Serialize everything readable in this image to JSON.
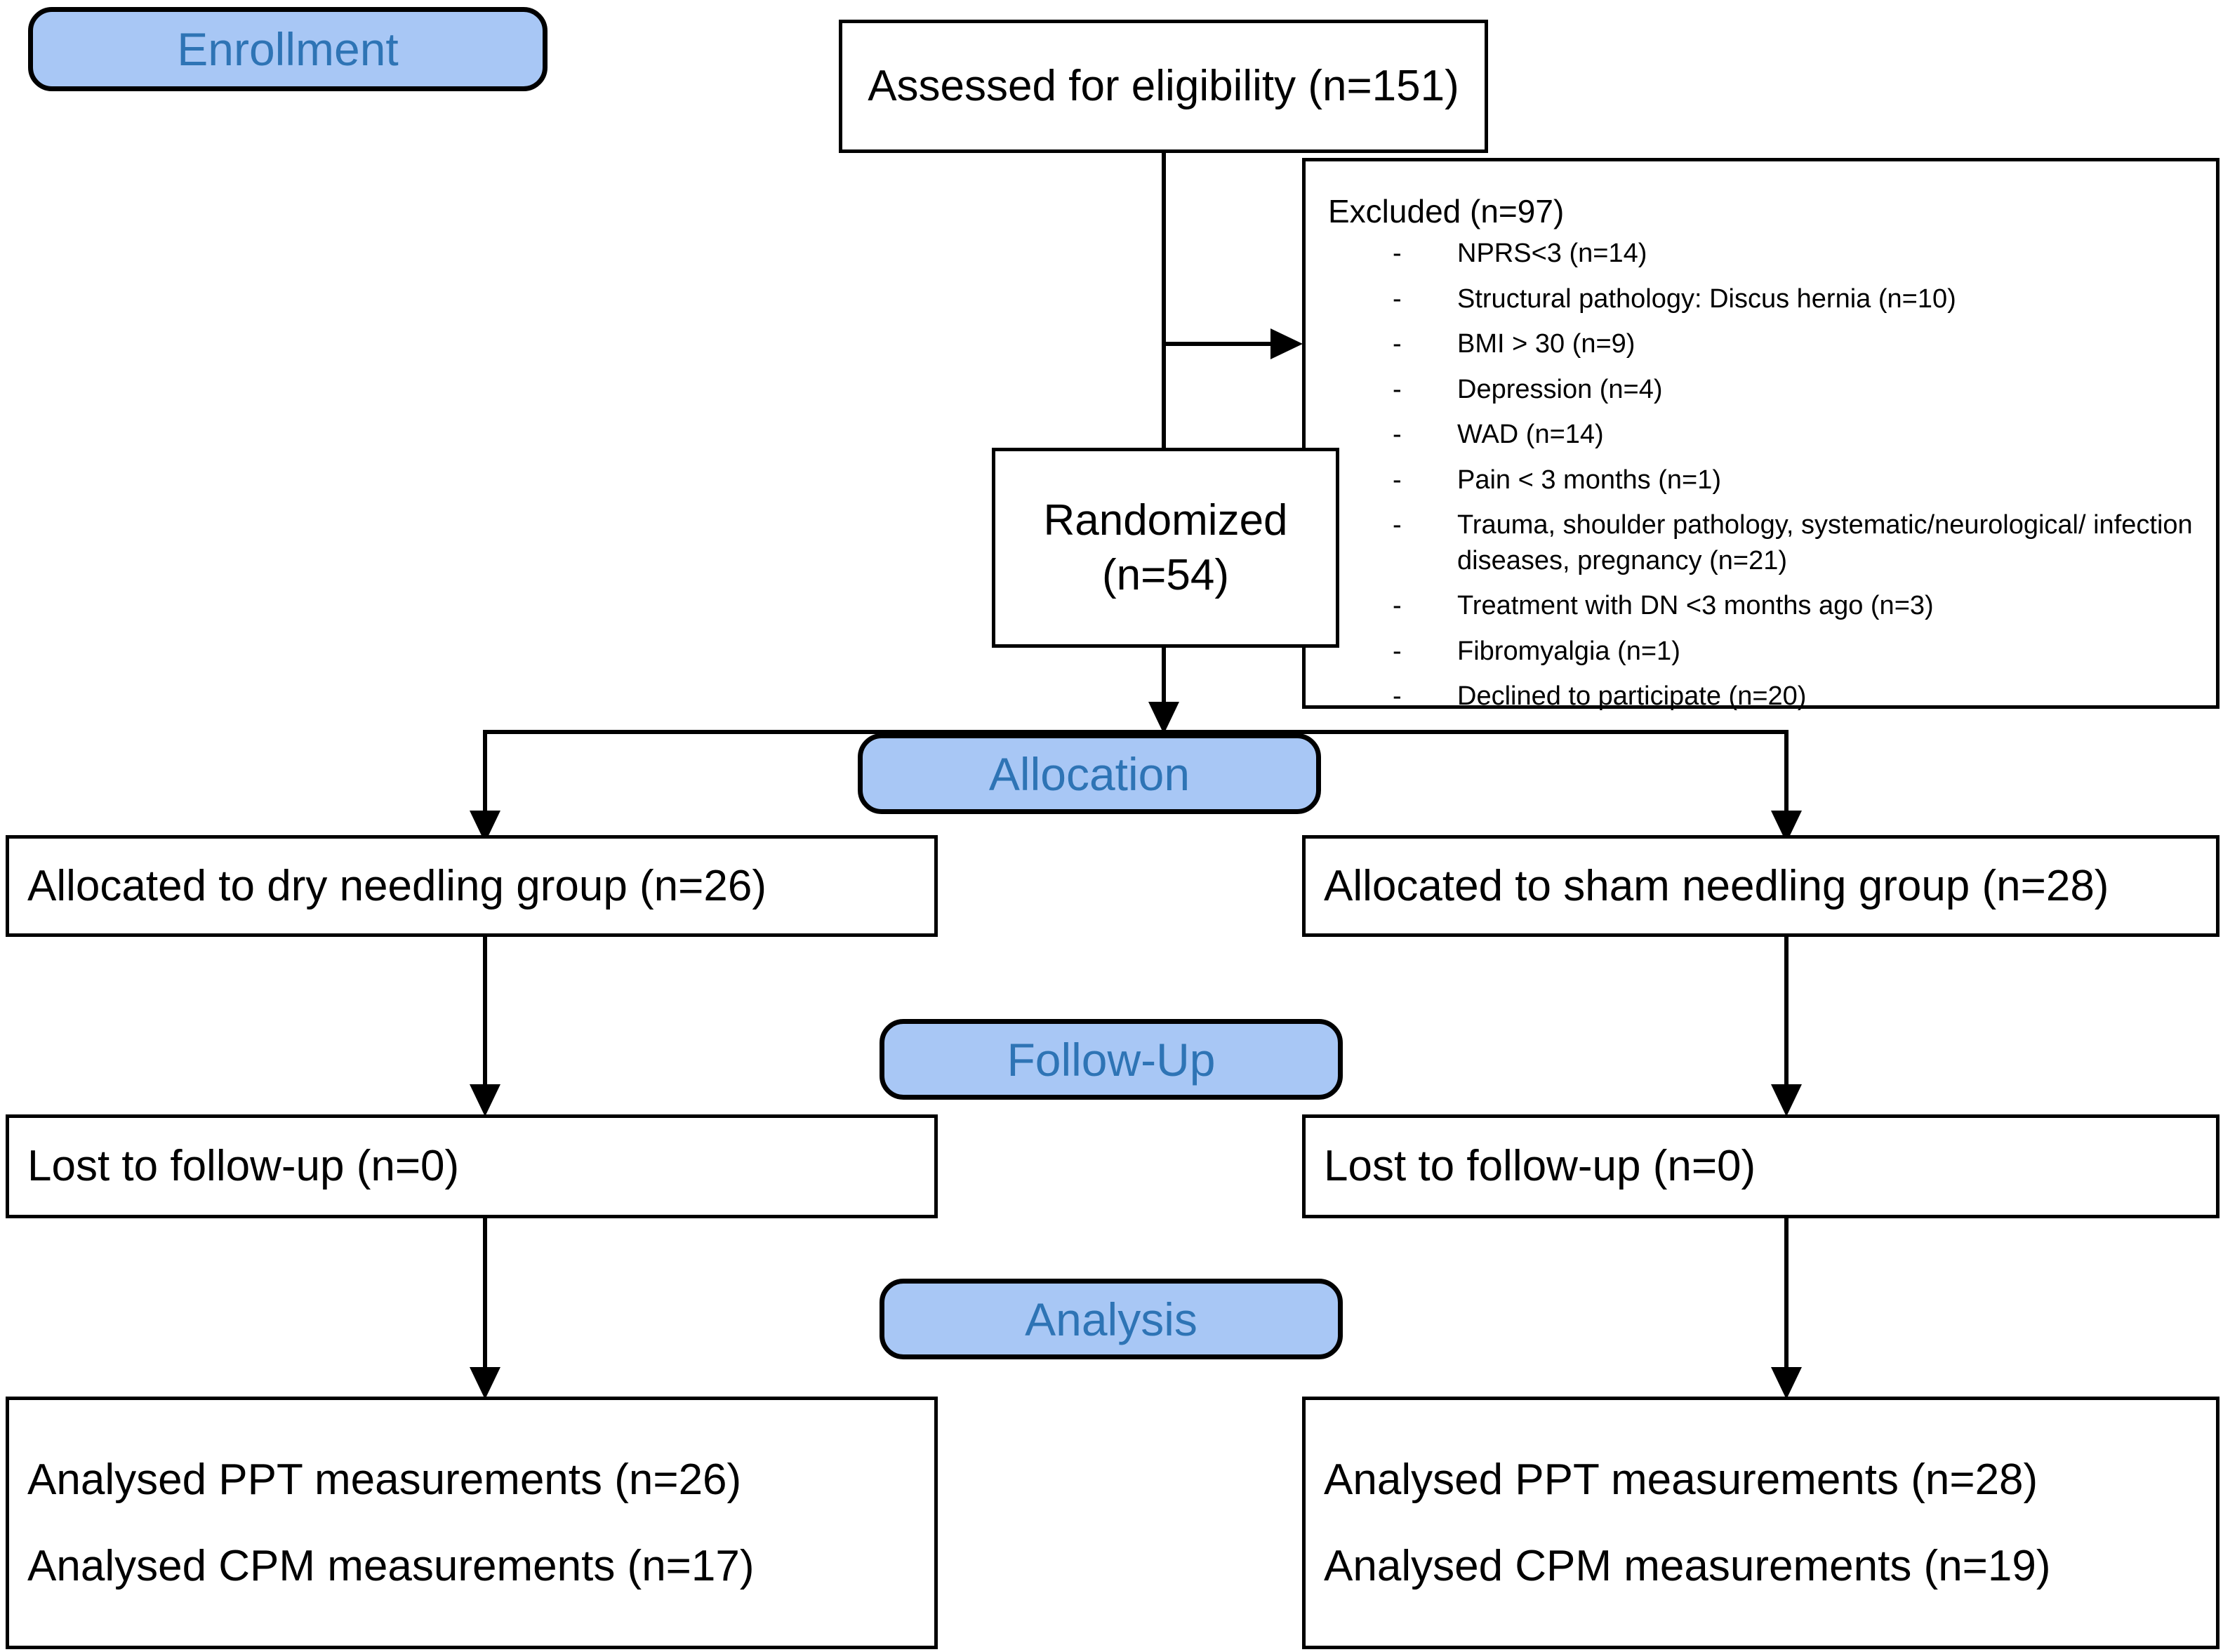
{
  "diagram": {
    "type": "consort-flow-diagram",
    "accent_blue_fill": "#A8C7F5",
    "accent_blue_text": "#2E74B5",
    "line_color": "#000000"
  },
  "stage_badges": {
    "enrollment": "Enrollment",
    "allocation": "Allocation",
    "followup": "Follow-Up",
    "analysis": "Analysis"
  },
  "nodes": {
    "assessed": "Assessed for eligibility (n=151)",
    "randomized_line1": "Randomized",
    "randomized_line2": "(n=54)",
    "excluded_title": "Excluded  (n=97)",
    "allocated_left": "Allocated to dry needling group (n=26)",
    "allocated_right": "Allocated to sham needling group (n=28)",
    "lost_left": "Lost to follow-up (n=0)",
    "lost_right": "Lost to follow-up (n=0)",
    "analysed_left_ppt": "Analysed PPT measurements (n=26)",
    "analysed_left_cpm": "Analysed CPM measurements (n=17)",
    "analysed_right_ppt": "Analysed PPT measurements (n=28)",
    "analysed_right_cpm": "Analysed CPM measurements (n=19)"
  },
  "excluded_reasons": [
    "NPRS<3 (n=14)",
    "Structural pathology: Discus hernia (n=10)",
    "BMI > 30 (n=9)",
    "Depression (n=4)",
    "WAD (n=14)",
    "Pain < 3 months (n=1)",
    "Trauma, shoulder pathology, systematic/neurological/ infection diseases, pregnancy (n=21)",
    "Treatment with DN <3 months ago (n=3)",
    "Fibromyalgia (n=1)",
    "Declined to participate (n=20)"
  ],
  "bullet_dash": "-"
}
